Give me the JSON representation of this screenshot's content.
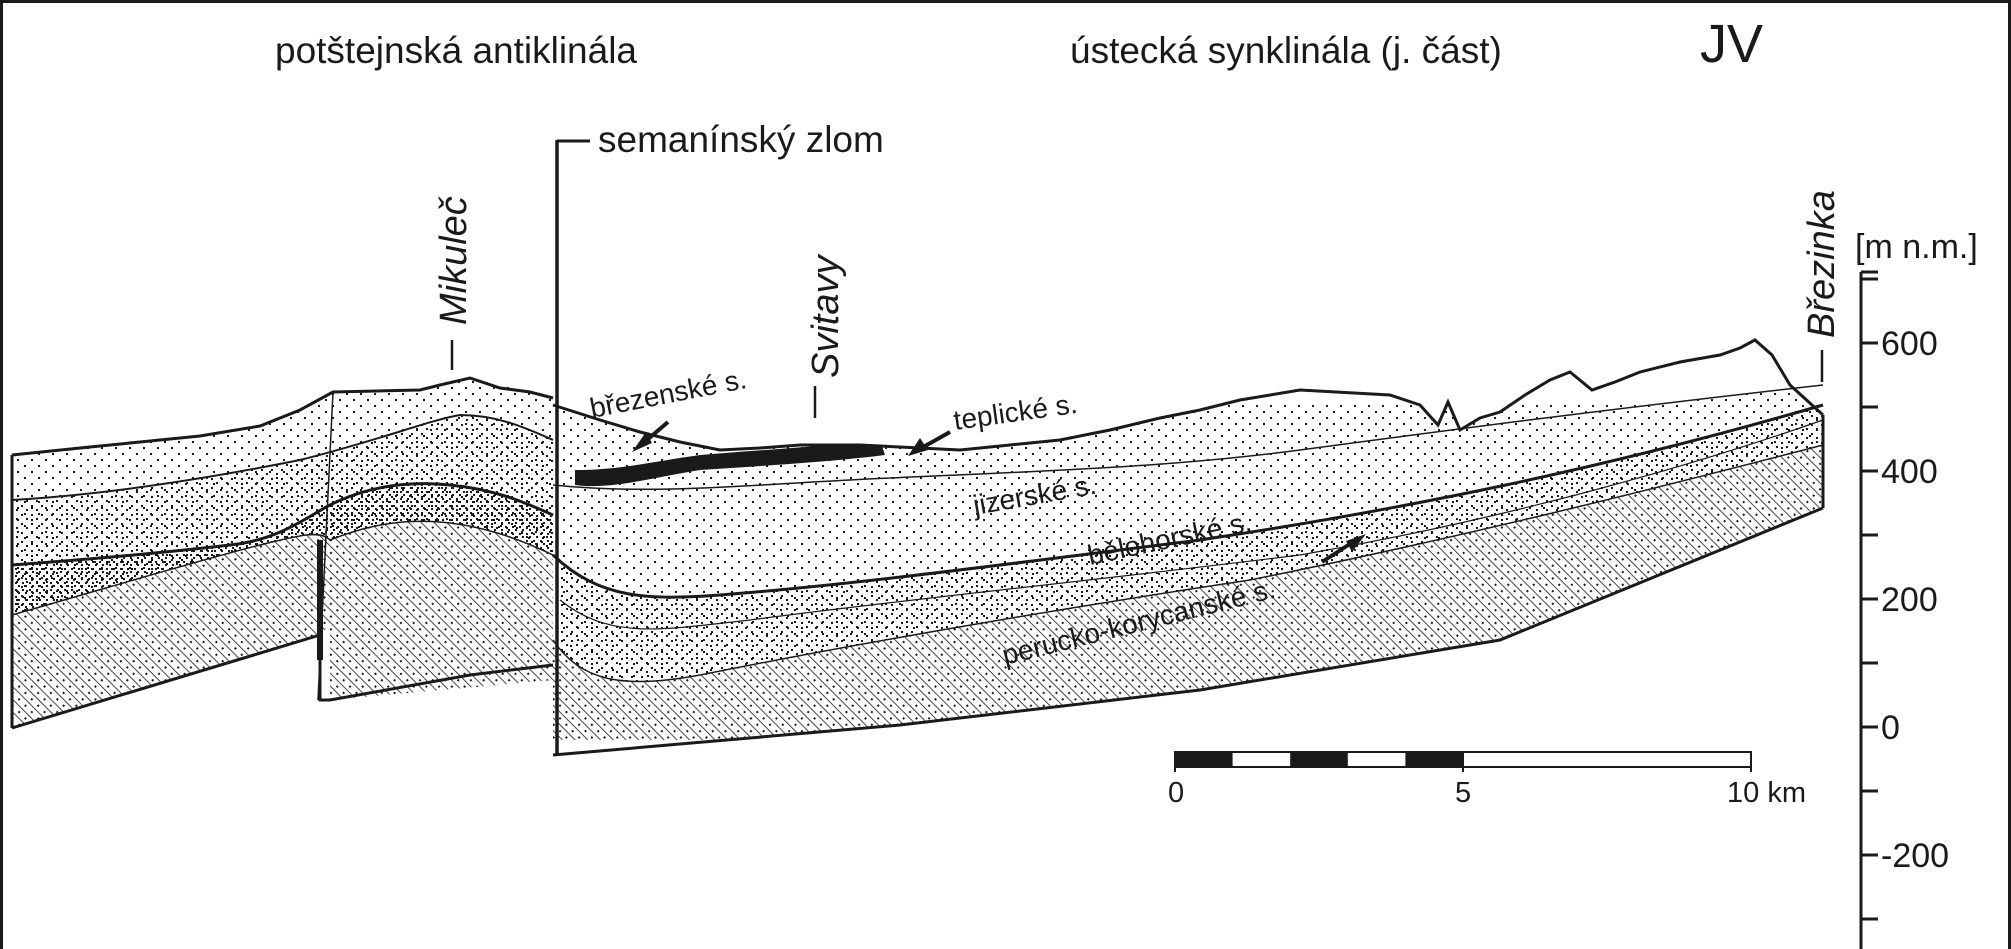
{
  "header": {
    "left_title": "potštejnská antiklinála",
    "right_title": "ústecká synklinála (j. část)",
    "direction": "JV"
  },
  "locations": {
    "mikulec": "Mikuleč",
    "svitavy": "Svitavy",
    "brezinka": "Březinka"
  },
  "fault_label": "semanínský zlom",
  "units": {
    "brezenske": "březenské s.",
    "teplicke": "teplické s.",
    "jizerske": "jizerské s.",
    "belohorske": "bělohorské s.",
    "perucko": "perucko-korycanské s."
  },
  "elevation_axis": {
    "title": "[m n.m.]",
    "ticks": [
      "600",
      "400",
      "200",
      "0",
      "-200"
    ],
    "values": [
      600,
      400,
      200,
      0,
      -200
    ]
  },
  "scale_bar": {
    "labels": [
      "0",
      "5",
      "10 km"
    ],
    "length_km": 10,
    "segment_km": 1
  },
  "colors": {
    "ink": "#1a1a1a",
    "paper": "#ffffff"
  }
}
